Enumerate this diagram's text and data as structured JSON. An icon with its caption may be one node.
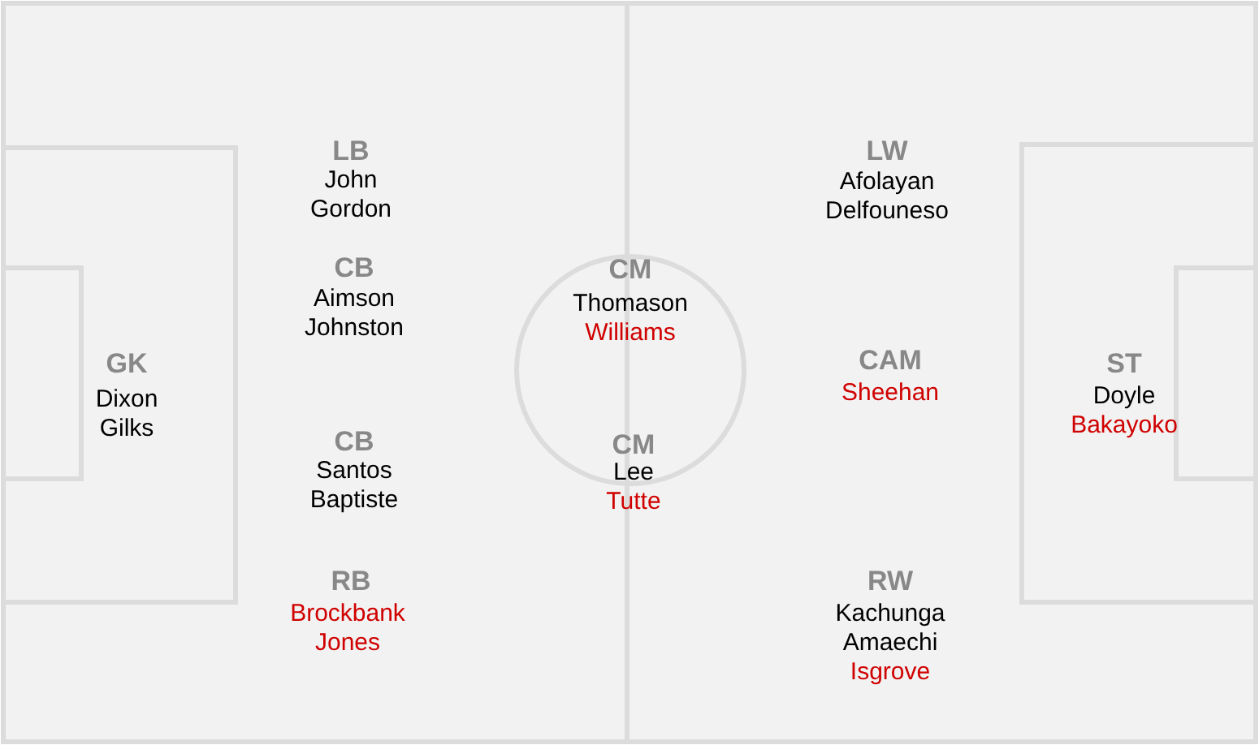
{
  "diagram": {
    "labels": [
      "GK",
      "Dixon",
      "Gilks",
      "LB",
      "John",
      "Gordon",
      "CB",
      "Aimson",
      "Johnston",
      "CB",
      "Santos",
      "Baptiste",
      "RB",
      "Brockbank",
      "Jones",
      "CM",
      "Thomason",
      "Williams",
      "CM",
      "Lee",
      "Tutte",
      "LW",
      "Afolayan",
      "Delfouneso",
      "CAM",
      "Sheehan",
      "RW",
      "Kachunga",
      "Amaechi",
      "Isgrove",
      "ST",
      "Doyle",
      "Bakayoko"
    ]
  }
}
